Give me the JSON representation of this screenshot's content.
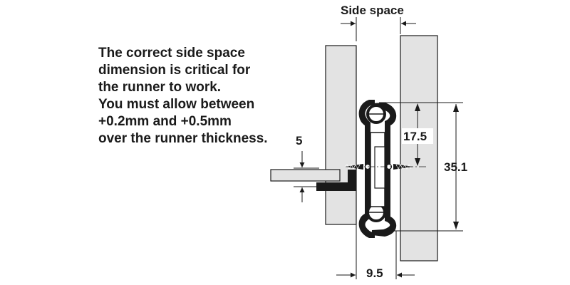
{
  "header": {
    "title": "Side space"
  },
  "note": {
    "lines": [
      "The correct side space",
      "dimension is critical for",
      "the runner to work.",
      "You must allow between",
      "+0.2mm and +0.5mm",
      "over the runner thickness."
    ]
  },
  "dimensions": {
    "shelf_thickness": "5",
    "runner_half_height": "17.5",
    "runner_height": "35.1",
    "runner_width": "9.5"
  },
  "colors": {
    "line": "#1a1a1a",
    "panel_fill": "#e3e3e3"
  }
}
